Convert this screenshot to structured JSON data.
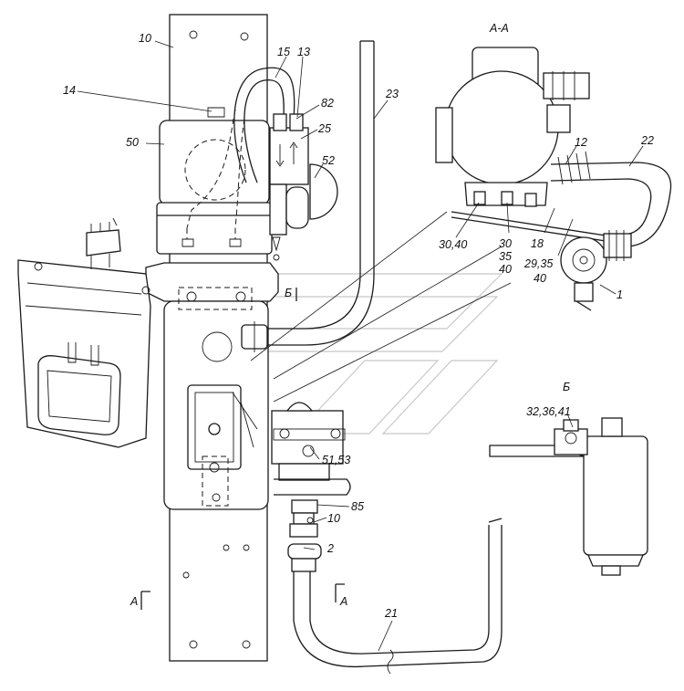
{
  "diagram": {
    "section_labels": {
      "aa": "А-А",
      "b": "Б"
    },
    "section_marks": {
      "a_left": "А",
      "a_right": "А",
      "b_cut": "Б"
    },
    "callouts": [
      {
        "id": "c10top",
        "text": "10"
      },
      {
        "id": "c15",
        "text": "15"
      },
      {
        "id": "c13",
        "text": "13"
      },
      {
        "id": "c14",
        "text": "14"
      },
      {
        "id": "c82",
        "text": "82"
      },
      {
        "id": "c25",
        "text": "25"
      },
      {
        "id": "c50",
        "text": "50"
      },
      {
        "id": "c52",
        "text": "52"
      },
      {
        "id": "c23",
        "text": "23"
      },
      {
        "id": "c12",
        "text": "12"
      },
      {
        "id": "c22",
        "text": "22"
      },
      {
        "id": "c3040a",
        "text": "30,40"
      },
      {
        "id": "c30",
        "text": "30"
      },
      {
        "id": "c35",
        "text": "35"
      },
      {
        "id": "c40",
        "text": "40"
      },
      {
        "id": "c18",
        "text": "18"
      },
      {
        "id": "c2935",
        "text": "29,35"
      },
      {
        "id": "c40b",
        "text": "40"
      },
      {
        "id": "c1",
        "text": "1"
      },
      {
        "id": "c5153",
        "text": "51,53"
      },
      {
        "id": "c85",
        "text": "85"
      },
      {
        "id": "c10b",
        "text": "10"
      },
      {
        "id": "c2",
        "text": "2"
      },
      {
        "id": "c21",
        "text": "21"
      },
      {
        "id": "c323641",
        "text": "32,36,41"
      }
    ]
  }
}
